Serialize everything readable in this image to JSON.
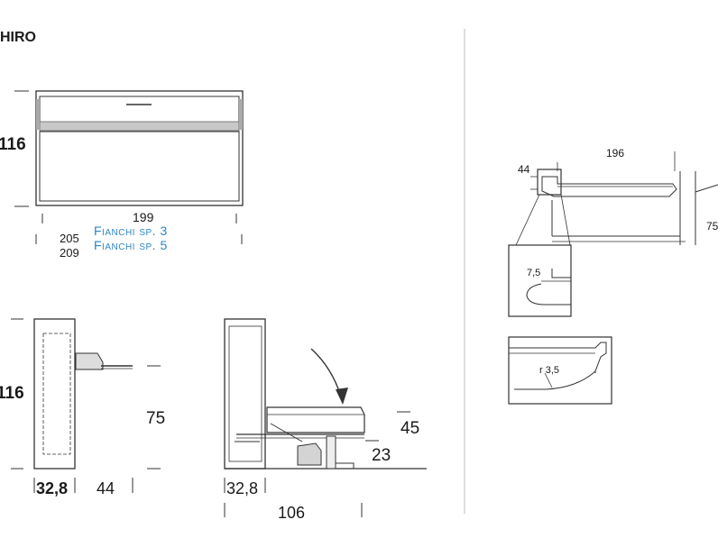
{
  "title": "HIRO",
  "front_view": {
    "height": "116",
    "width": "199",
    "width_sp3": "205",
    "width_sp5": "209",
    "label_sp3": "Fianchi sp. 3",
    "label_sp5": "Fianchi sp. 5"
  },
  "side_closed": {
    "height": "116",
    "depth": "32,8",
    "desk_depth": "44",
    "desk_height": "75"
  },
  "side_open": {
    "depth": "32,8",
    "total_depth": "106",
    "bed_height": "45",
    "base_height": "23"
  },
  "shelf_detail": {
    "width": "196",
    "depth": "44",
    "height": "75",
    "lip": "7,5",
    "radius": "r 3,5"
  },
  "colors": {
    "line": "#333333",
    "accent_blue": "#2f86c6"
  }
}
